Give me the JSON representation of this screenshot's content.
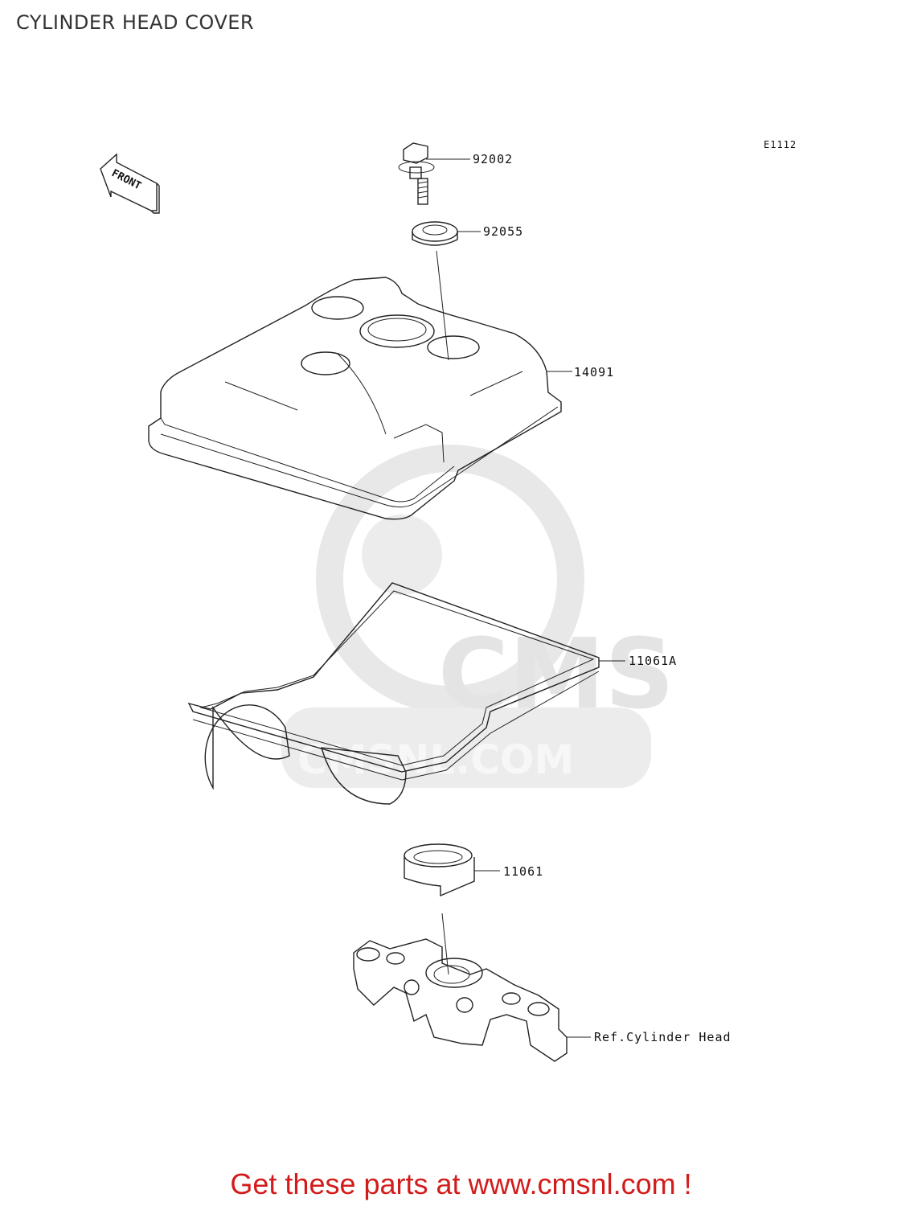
{
  "page": {
    "title": "CYLINDER HEAD COVER",
    "diagram_code": "E1112",
    "front_label": "FRONT",
    "promo": "Get these parts at www.cmsnl.com !"
  },
  "watermark": {
    "logo_text": "CMS",
    "url_text": "CMSNL.COM"
  },
  "parts": [
    {
      "number": "92002"
    },
    {
      "number": "92055"
    },
    {
      "number": "14091"
    },
    {
      "number": "11061A"
    },
    {
      "number": "11061"
    },
    {
      "number": "Ref.Cylinder Head"
    }
  ],
  "colors": {
    "promo": "#d21b1b",
    "line": "#222222",
    "watermark": "#e4e4e4"
  }
}
